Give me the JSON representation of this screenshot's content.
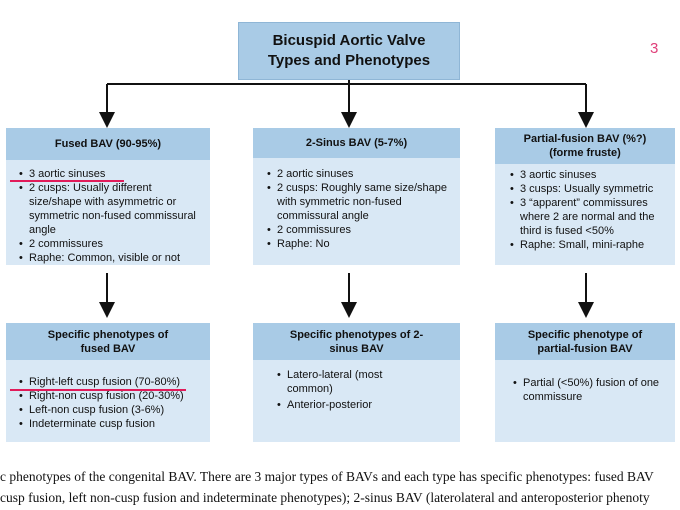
{
  "title": {
    "line1": "Bicuspid Aortic Valve",
    "line2": "Types and Phenotypes"
  },
  "page_number": "3",
  "columns": [
    {
      "header": "Fused BAV (90-95%)",
      "items": [
        "3 aortic sinuses",
        "2 cusps: Usually different size/shape with asymmetric or symmetric non-fused commissural angle",
        "2 commissures",
        "Raphe: Common, visible or not"
      ],
      "phenotype_header": "Specific phenotypes of fused BAV",
      "phenotypes": [
        "Right-left cusp fusion (70-80%)",
        "Right-non cusp fusion (20-30%)",
        "Left-non cusp fusion (3-6%)",
        "Indeterminate cusp fusion"
      ]
    },
    {
      "header": "2-Sinus BAV (5-7%)",
      "items": [
        "2 aortic sinuses",
        "2 cusps: Roughly same size/shape with symmetric non-fused commissural angle",
        "2 commissures",
        "Raphe: No"
      ],
      "phenotype_header": "Specific phenotypes of 2-sinus BAV",
      "phenotypes": [
        "Latero-lateral (most common)",
        "Anterior-posterior"
      ]
    },
    {
      "header": "Partial-fusion BAV (%?) (forme fruste)",
      "items": [
        "3 aortic sinuses",
        "3 cusps: Usually symmetric",
        "3 “apparent” commissures where 2 are normal and the third is fused <50%",
        "Raphe: Small, mini-raphe"
      ],
      "phenotype_header": "Specific phenotype of partial-fusion BAV",
      "phenotypes": [
        "Partial (<50%) fusion of one commissure"
      ]
    }
  ],
  "caption": {
    "line1": "c phenotypes of the congenital BAV. There are 3 major types of BAVs and each type has specific phenotypes: fused BAV",
    "line2": "cusp fusion, left non-cusp fusion and indeterminate phenotypes); 2-sinus BAV (laterolateral and anteroposterior phenoty"
  },
  "colors": {
    "header_fill": "#a9cbe6",
    "body_fill": "#d9e8f5",
    "highlight": "#e11b5a",
    "page_number": "#e0407a"
  }
}
